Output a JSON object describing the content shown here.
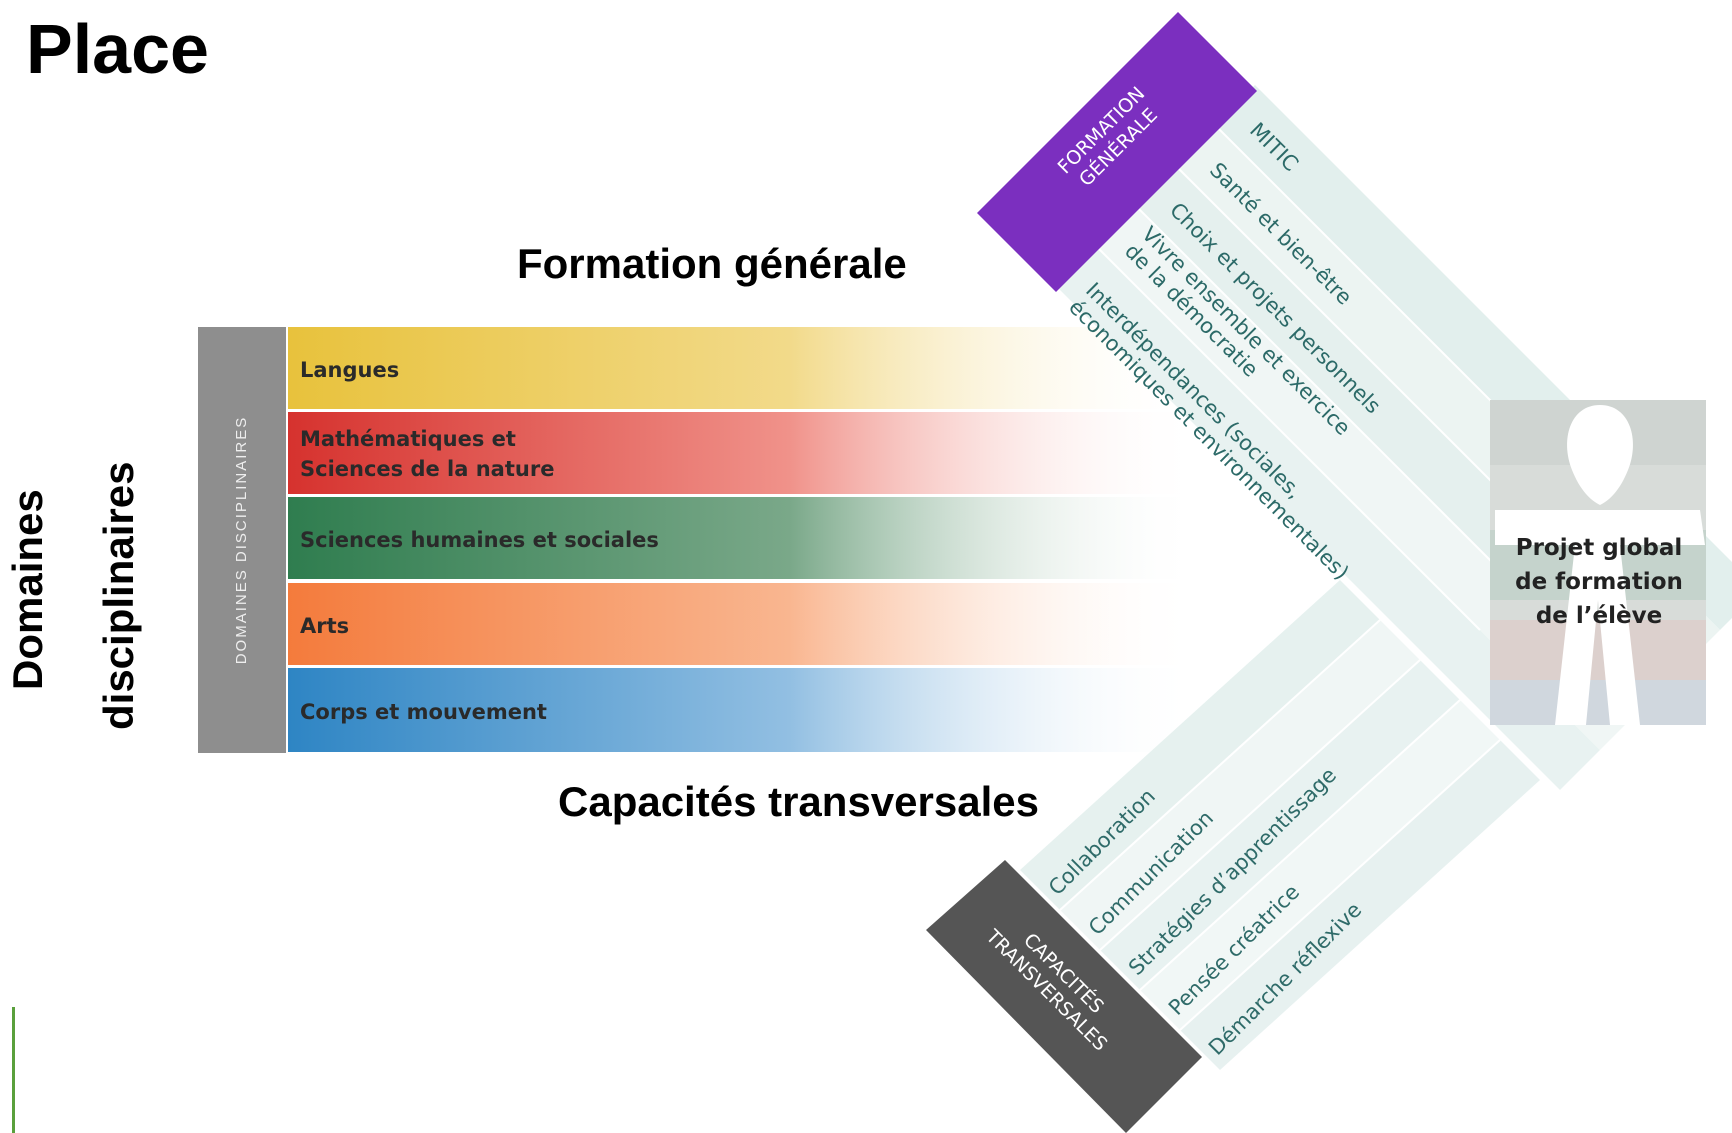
{
  "page_title": "Place",
  "formation_generale_title": "Formation générale",
  "capacites_title": "Capacités  transversales",
  "domaines_title_line1": "Domaines",
  "domaines_title_line2": "disciplinaires",
  "domaines_label": "DOMAINES\nDISCIPLINAIRES",
  "domaines": [
    {
      "label": "Langues",
      "color": "#e8c23c"
    },
    {
      "label": "Mathématiques et\nSciences de la nature",
      "color": "#d6322e"
    },
    {
      "label": "Sciences humaines et sociales",
      "color": "#2f7d4f"
    },
    {
      "label": "Arts",
      "color": "#f47b3c"
    },
    {
      "label": "Corps et mouvement",
      "color": "#2e85c4"
    }
  ],
  "formation_generale": {
    "header": "FORMATION\nGÉNÉRALE",
    "header_color": "#7b2fbf",
    "items": [
      "MITIC",
      "Santé et bien-être",
      "Choix et projets personnels",
      "Vivre ensemble et exercice\nde la démocratie",
      "Interdépendances (sociales,\néconomiques et environnementales)"
    ]
  },
  "capacites_transversales": {
    "header": "CAPACITÉS\nTRANSVERSALES",
    "header_color": "#555555",
    "items": [
      "Collaboration",
      "Communication",
      "Stratégies d’apprentissage",
      "Pensée créatrice",
      "Démarche réflexive"
    ]
  },
  "projet_global": "Projet global\nde formation\nde l’élève"
}
